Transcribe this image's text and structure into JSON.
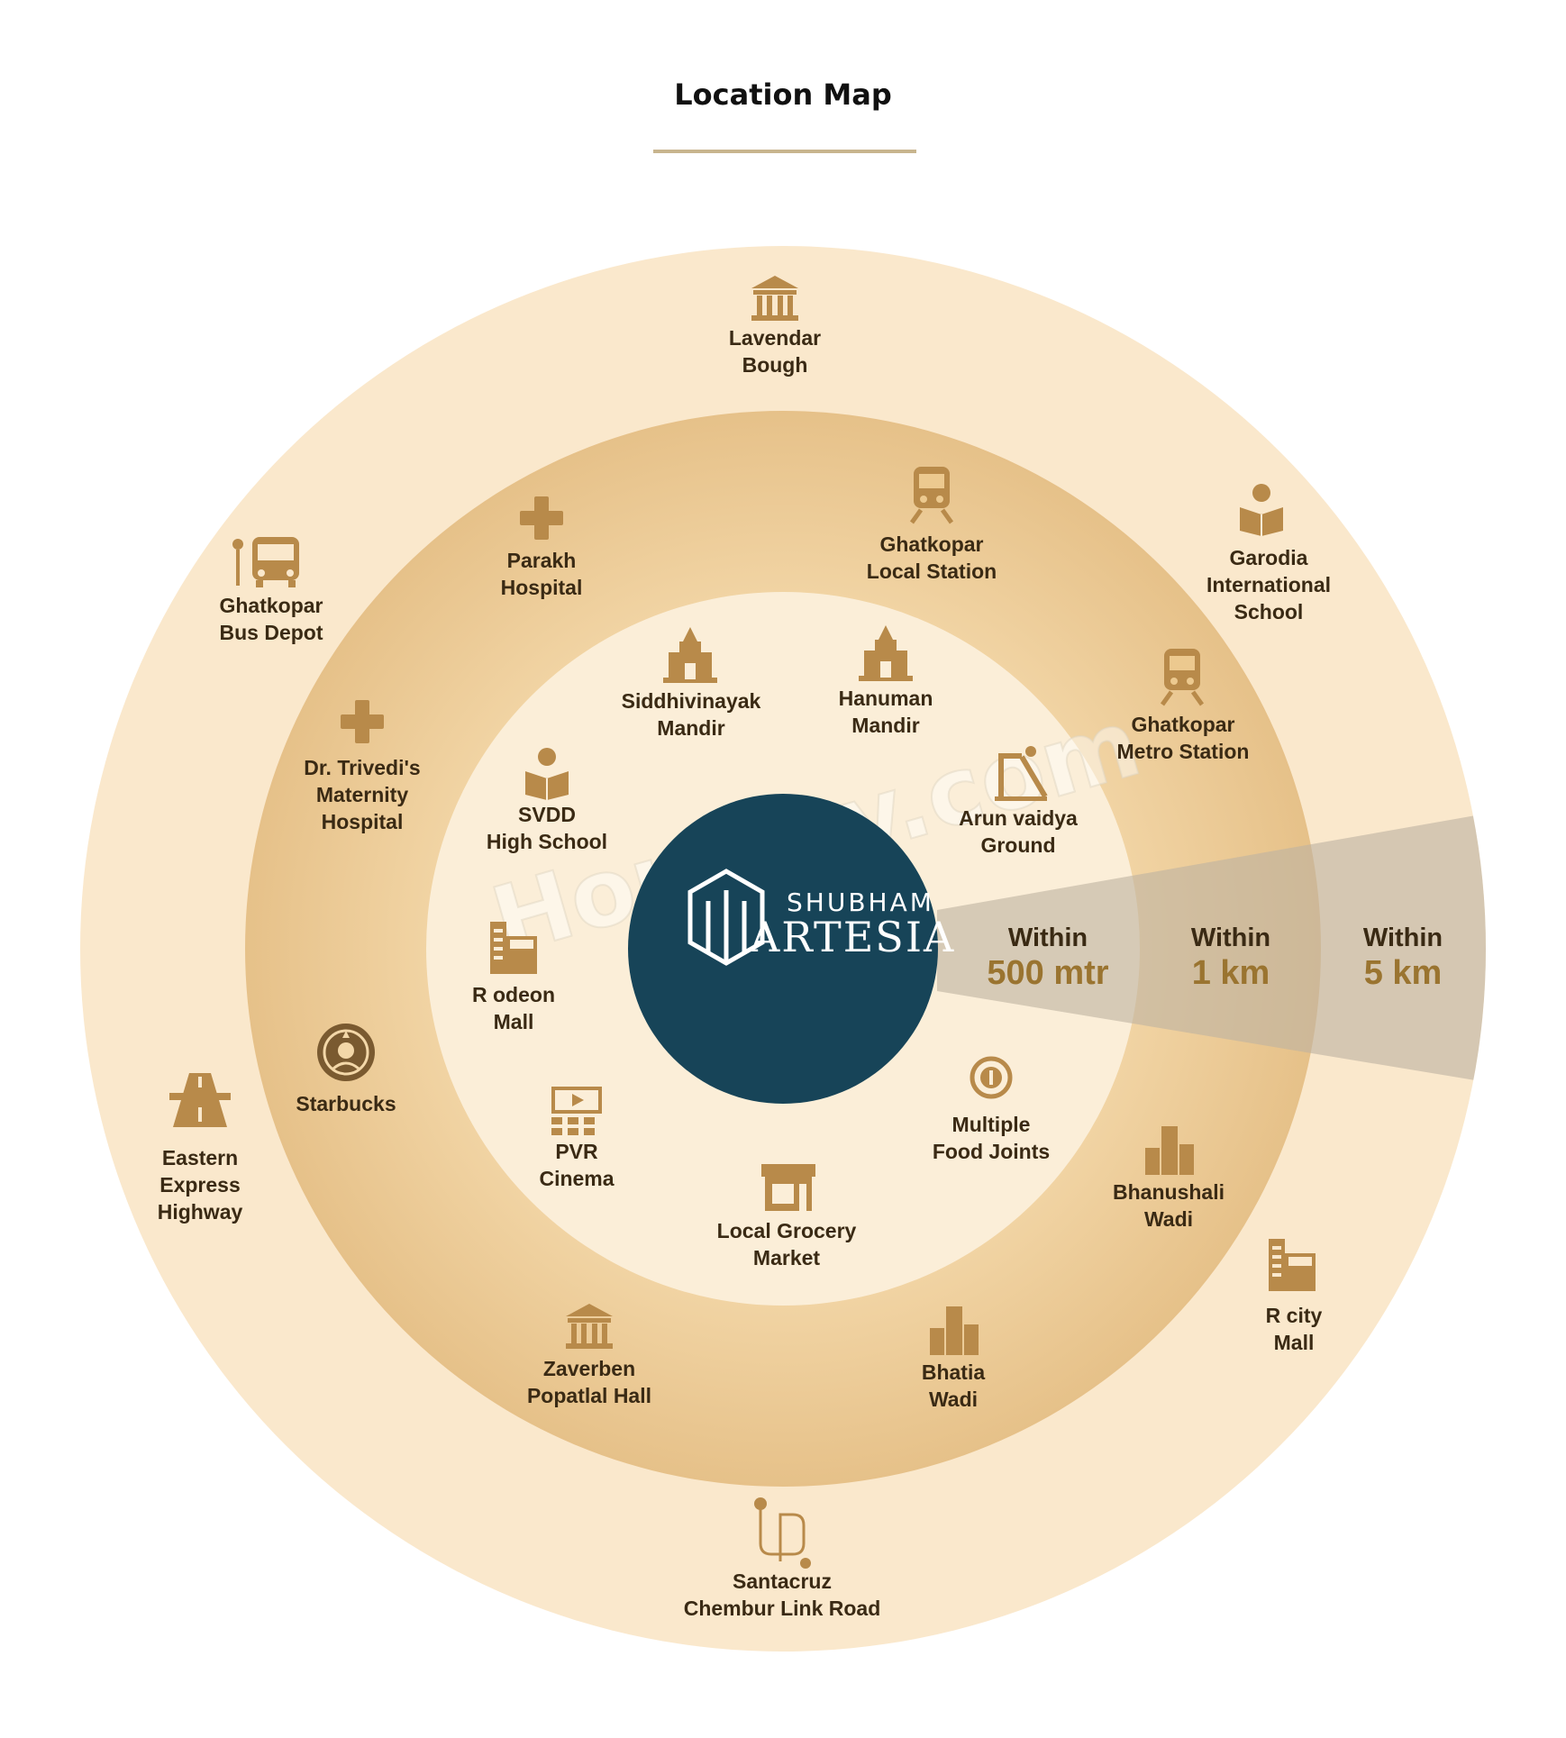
{
  "title": "Location Map",
  "brand": {
    "line1": "SHUBHAM",
    "line2": "ARTESIA"
  },
  "watermark": "Housiey.com",
  "zones": [
    {
      "line1": "Within",
      "line2": "500 mtr"
    },
    {
      "line1": "Within",
      "line2": "1 km"
    },
    {
      "line1": "Within",
      "line2": "5 km"
    }
  ],
  "places": {
    "lavendar": [
      "Lavendar",
      "Bough"
    ],
    "garodia": [
      "Garodia",
      "International",
      "School"
    ],
    "bus": [
      "Ghatkopar",
      "Bus Depot"
    ],
    "highway": [
      "Eastern",
      "Express",
      "Highway"
    ],
    "rcity": [
      "R city",
      "Mall"
    ],
    "santacruz": [
      "Santacruz",
      "Chembur Link Road"
    ],
    "parakh": [
      "Parakh",
      "Hospital"
    ],
    "local": [
      "Ghatkopar",
      "Local Station"
    ],
    "metro": [
      "Ghatkopar",
      "Metro Station"
    ],
    "trivedi": [
      "Dr. Trivedi's",
      "Maternity",
      "Hospital"
    ],
    "starbucks": [
      "Starbucks"
    ],
    "bhanushali": [
      "Bhanushali",
      "Wadi"
    ],
    "zaverben": [
      "Zaverben",
      "Popatlal Hall"
    ],
    "bhatia": [
      "Bhatia",
      "Wadi"
    ],
    "siddhi": [
      "Siddhivinayak",
      "Mandir"
    ],
    "hanuman": [
      "Hanuman",
      "Mandir"
    ],
    "svdd": [
      "SVDD",
      "High School"
    ],
    "arun": [
      "Arun vaidya",
      "Ground"
    ],
    "odeon": [
      "R odeon",
      "Mall"
    ],
    "food": [
      "Multiple",
      "Food Joints"
    ],
    "pvr": [
      "PVR",
      "Cinema"
    ],
    "grocery": [
      "Local Grocery",
      "Market"
    ]
  },
  "icons": {
    "lavendar": "bank-icon",
    "garodia": "reading-icon",
    "bus": "bus-icon",
    "highway": "highway-icon",
    "rcity": "mall-icon",
    "santacruz": "route-icon",
    "parakh": "medical-cross-icon",
    "local": "train-icon",
    "metro": "train-icon",
    "trivedi": "medical-cross-icon",
    "starbucks": "starbucks-logo-icon",
    "bhanushali": "buildings-icon",
    "zaverben": "bank-icon",
    "bhatia": "buildings-icon",
    "siddhi": "temple-icon",
    "hanuman": "temple-icon",
    "svdd": "reading-icon",
    "arun": "playground-icon",
    "odeon": "mall-icon",
    "food": "food-icon",
    "pvr": "cinema-icon",
    "grocery": "shop-icon"
  },
  "colors": {
    "outer_ring": "#fae8cc",
    "middle_ring": "#ecc98f",
    "inner_ring": "#fbeed8",
    "center": "#174458",
    "beam": "#cfc4b3",
    "icon": "#b88a4a",
    "accent_text": "#9a7430"
  }
}
